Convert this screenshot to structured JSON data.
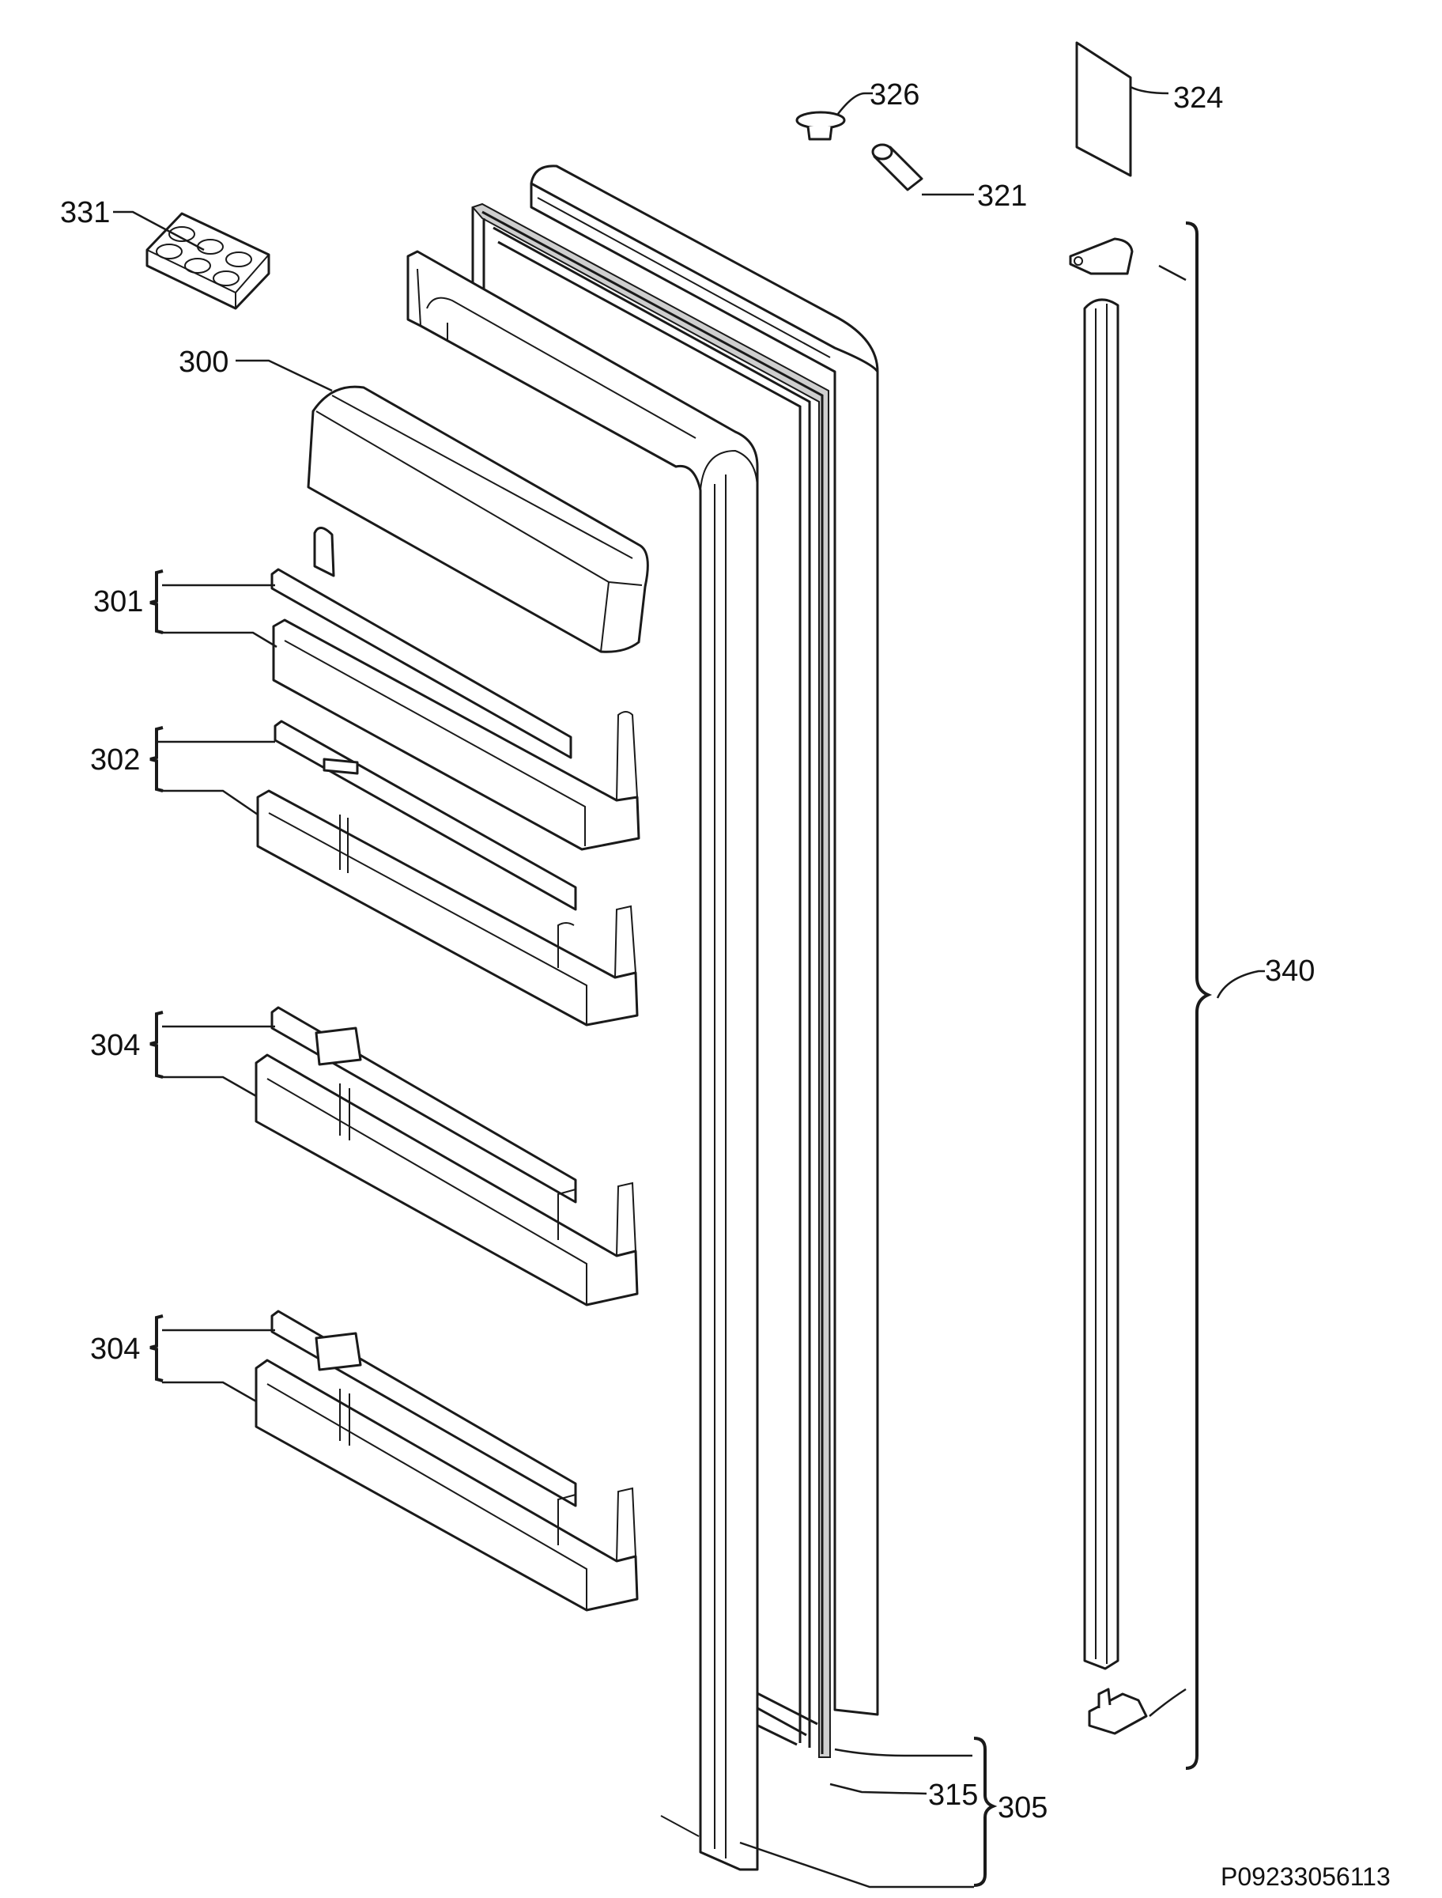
{
  "labels": {
    "p331": "331",
    "p300": "300",
    "p301": "301",
    "p302": "302",
    "p304a": "304",
    "p304b": "304",
    "p326": "326",
    "p321": "321",
    "p324": "324",
    "p340": "340",
    "p315": "315",
    "p305": "305"
  },
  "drawing_code": "P09233056113"
}
